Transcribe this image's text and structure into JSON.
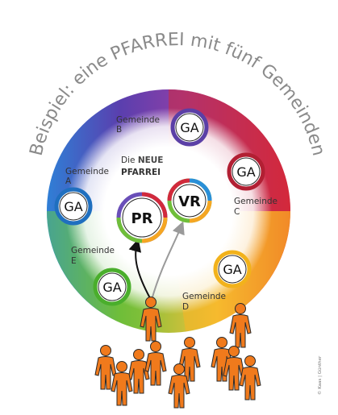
{
  "title": "Beispiel: eine PFARREI mit fünf Gemeinden",
  "center_label": {
    "line1_prefix": "Die ",
    "line1_emphasis": "NEUE",
    "line2": "PFARREI"
  },
  "hubs": [
    {
      "id": "pr",
      "label": "PR"
    },
    {
      "id": "vr",
      "label": "VR"
    }
  ],
  "communities": [
    {
      "id": "B",
      "badge": "GA",
      "label_line1": "Gemeinde",
      "label_line2": "B",
      "color": "#5b3fa6"
    },
    {
      "id": "C",
      "badge": "GA",
      "label_line1": "Gemeinde",
      "label_line2": "C",
      "color": "#b21f33"
    },
    {
      "id": "A",
      "badge": "GA",
      "label_line1": "Gemeinde",
      "label_line2": "A",
      "color": "#1f6fbf"
    },
    {
      "id": "E",
      "badge": "GA",
      "label_line1": "Gemeinde",
      "label_line2": "E",
      "color": "#4aae2c"
    },
    {
      "id": "D",
      "badge": "GA",
      "label_line1": "Gemeinde",
      "label_line2": "D",
      "color": "#f2b21b"
    }
  ],
  "colors": {
    "title": "#8a8a8a",
    "people": "#f07a1c",
    "ring_purple": "#6a4fb8",
    "ring_red": "#d12a3c",
    "ring_orange": "#f5a623",
    "ring_green": "#6fbe3a",
    "ring_blue": "#2a8fd8"
  },
  "credit": "© Kaas | Günther"
}
